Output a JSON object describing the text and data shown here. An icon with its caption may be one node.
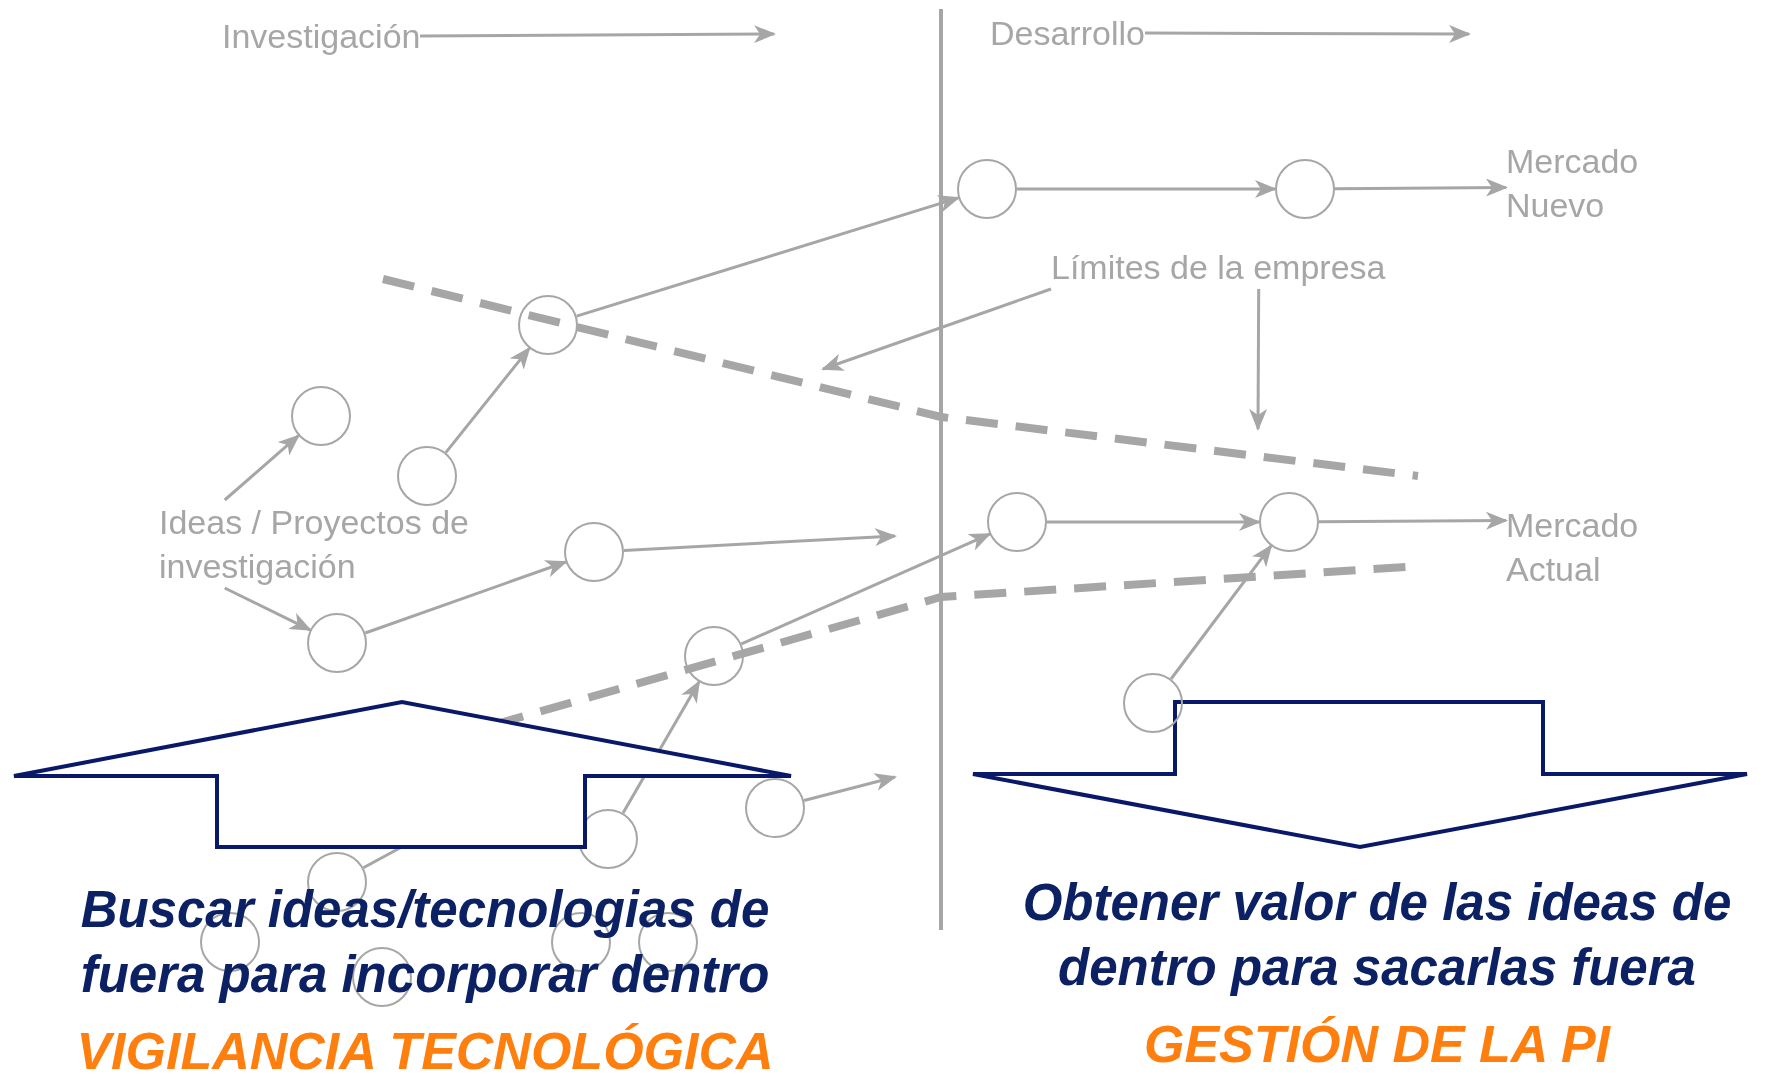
{
  "diagram": {
    "nodes": [
      {
        "text": [
          "Investigación"
        ]
      },
      {
        "text": [
          "Desarrollo"
        ]
      },
      {
        "text": [],
        "shape": "circle"
      },
      {
        "text": [],
        "shape": "circle"
      },
      {
        "text": [
          "Mercado Nuevo"
        ]
      },
      {
        "text": [
          "Límites de la empresa"
        ]
      },
      {
        "text": [],
        "shape": "circle"
      },
      {
        "text": [],
        "shape": "circle"
      },
      {
        "text": [],
        "shape": "circle"
      },
      {
        "text": [
          "Ideas / Proyectos de investigación"
        ]
      },
      {
        "text": [],
        "shape": "circle"
      },
      {
        "text": [],
        "shape": "circle"
      },
      {
        "text": [],
        "shape": "circle"
      },
      {
        "text": [
          "Mercado Actual"
        ]
      },
      {
        "text": [],
        "shape": "circle"
      },
      {
        "text": [],
        "shape": "circle"
      },
      {
        "text": [],
        "shape": "circle"
      },
      {
        "text": [],
        "shape": "circle"
      },
      {
        "text": [],
        "shape": "circle"
      },
      {
        "text": [],
        "shape": "circle"
      },
      {
        "text": [],
        "shape": "circle"
      },
      {
        "text": [],
        "shape": "circle"
      },
      {
        "text": [],
        "shape": "circle"
      },
      {
        "text": [],
        "shape": "circle"
      },
      {
        "text": [
          "Buscar ideas/tecnologias de fuera para incorporar dentro",
          "VIGILANCIA TECNOLÓGICA"
        ]
      },
      {
        "text": [
          "Obtener valor de las ideas de dentro para sacarlas fuera",
          "GESTIÓN DE LA PI"
        ]
      }
    ],
    "edges": [
      {
        "from": 0,
        "to": null,
        "arrow": "to"
      },
      {
        "from": 1,
        "to": null,
        "arrow": "to"
      },
      {
        "from": 2,
        "to": 3,
        "arrow": "to"
      },
      {
        "from": 3,
        "to": 4,
        "arrow": "to"
      },
      {
        "from": 6,
        "to": 2,
        "arrow": "to"
      },
      {
        "from": 5,
        "to": null,
        "arrow": "to"
      },
      {
        "from": 5,
        "to": null,
        "arrow": "to"
      },
      {
        "from": 9,
        "to": 7,
        "arrow": "to"
      },
      {
        "from": 8,
        "to": 6,
        "arrow": "to"
      },
      {
        "from": 11,
        "to": 12,
        "arrow": "to"
      },
      {
        "from": 12,
        "to": 13,
        "arrow": "to"
      },
      {
        "from": 9,
        "to": 14,
        "arrow": "to"
      },
      {
        "from": 14,
        "to": 10,
        "arrow": "to"
      },
      {
        "from": 10,
        "to": null,
        "arrow": "to"
      },
      {
        "from": 15,
        "to": 11,
        "arrow": "to"
      },
      {
        "from": 16,
        "to": 12,
        "arrow": "to"
      },
      {
        "from": 18,
        "to": 15,
        "arrow": "to"
      },
      {
        "from": 17,
        "to": null,
        "arrow": "to"
      },
      {
        "from": 19,
        "to": null,
        "arrow": "none"
      },
      {
        "from": 24,
        "to": null,
        "arrow": "to",
        "style": "thick",
        "color": "#0a1869"
      },
      {
        "from": null,
        "to": 25,
        "arrow": "to",
        "style": "thick",
        "color": "#0a1869"
      }
    ]
  }
}
